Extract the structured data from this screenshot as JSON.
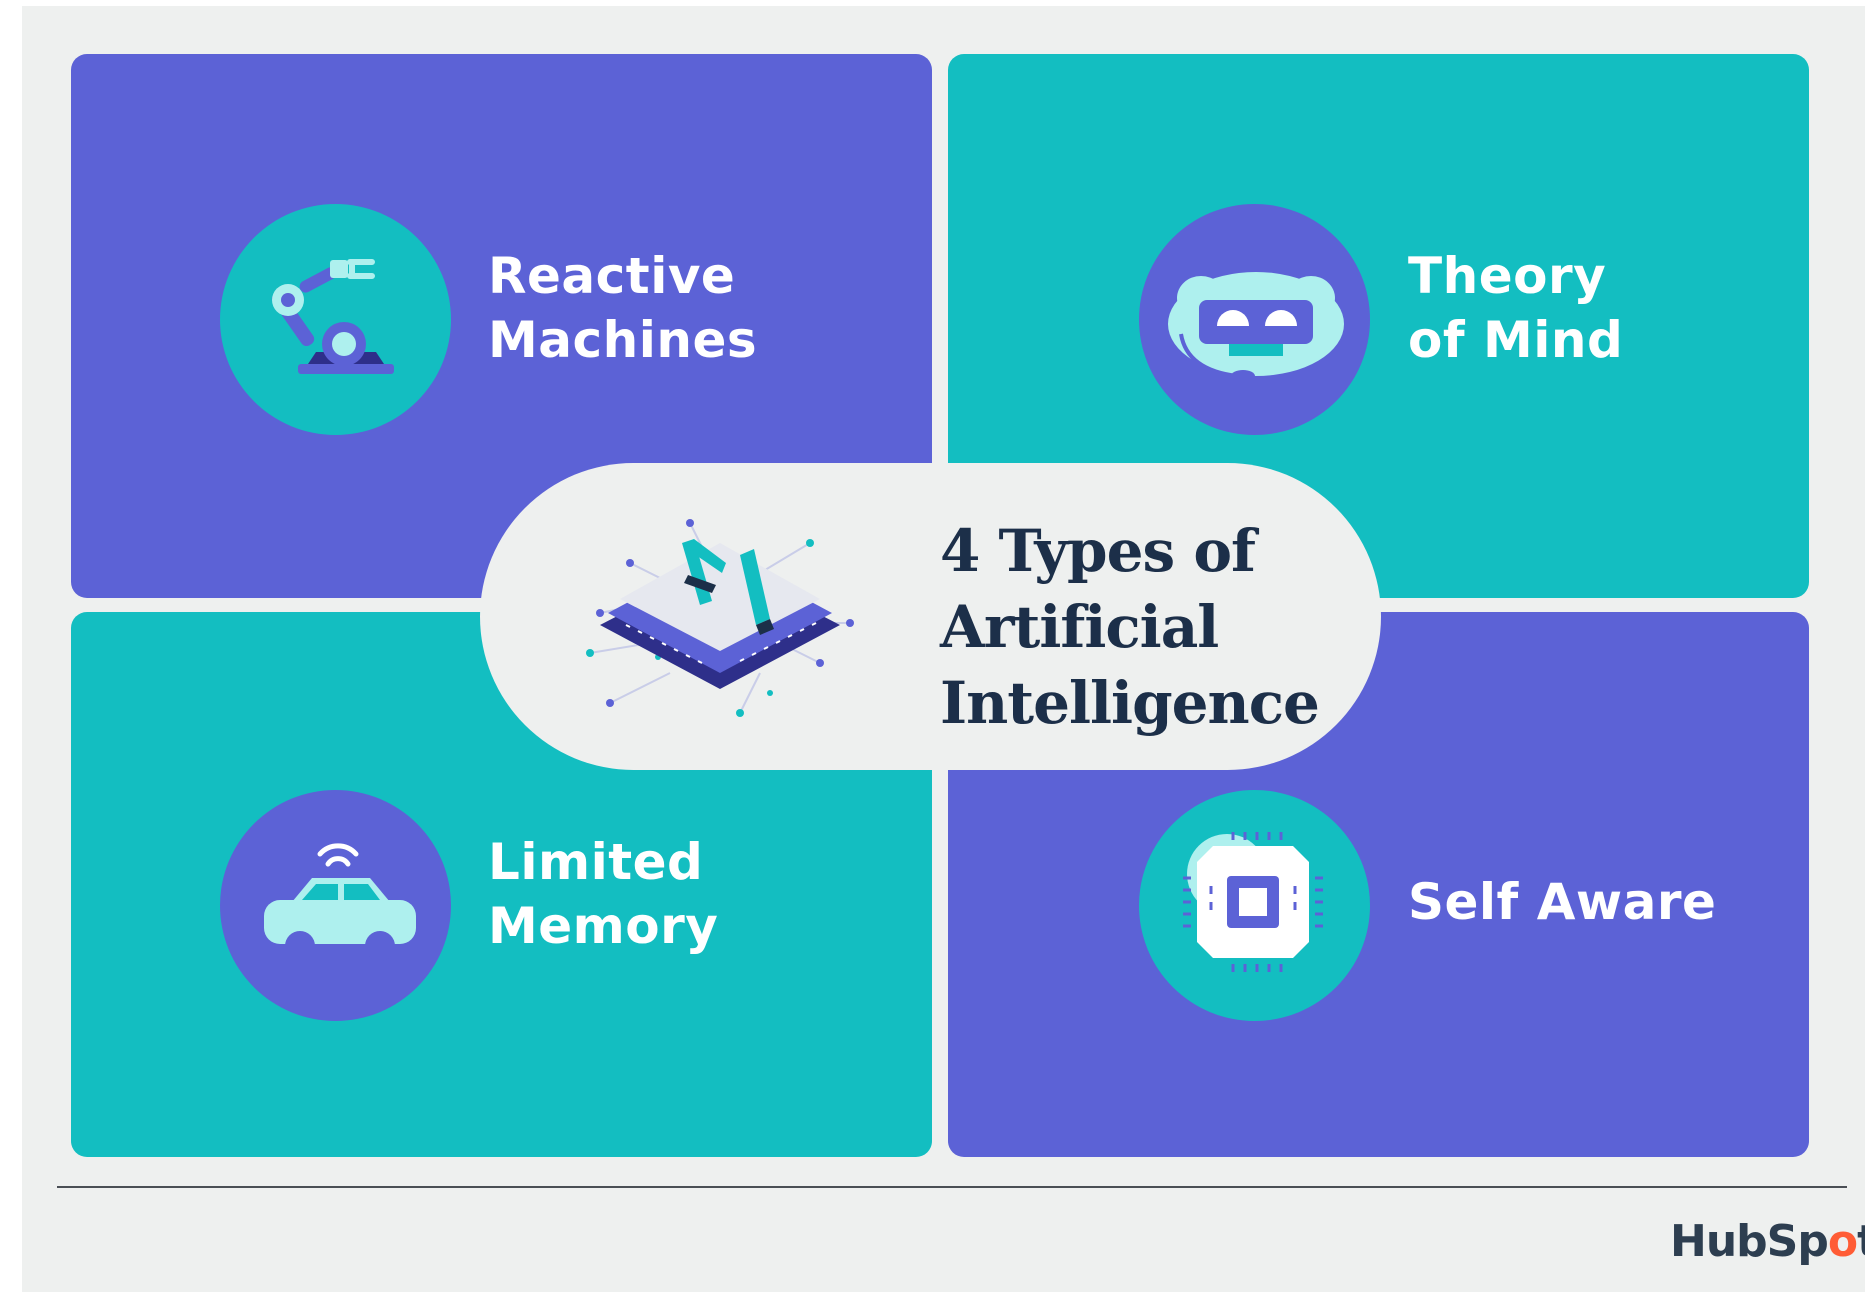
{
  "infographic": {
    "title_lines": [
      "4 Types of",
      "Artificial",
      "Intelligence"
    ],
    "center_icon": "ai-chip-icon",
    "quadrants": [
      {
        "lines": [
          "Reactive",
          "Machines"
        ],
        "icon": "robot-arm-icon",
        "background": "#5c62d6",
        "badge_color": "#13bec1"
      },
      {
        "lines": [
          "Theory",
          "of Mind"
        ],
        "icon": "robot-face-icon",
        "background": "#13bec1",
        "badge_color": "#5c62d6"
      },
      {
        "lines": [
          "Limited",
          "Memory"
        ],
        "icon": "connected-car-icon",
        "background": "#13bec1",
        "badge_color": "#5c62d6"
      },
      {
        "lines": [
          "Self Aware"
        ],
        "icon": "processor-chip-icon",
        "background": "#5c62d6",
        "badge_color": "#13bec1"
      }
    ],
    "brand": {
      "prefix": "HubSp",
      "sprocket": "o",
      "suffix": "t",
      "icon": "hubspot-logo"
    }
  },
  "colors": {
    "purple": "#5c62d6",
    "teal": "#13bec1",
    "navy": "#1c2f49",
    "background": "#eef0ef",
    "brand_orange": "#ff5c35"
  }
}
